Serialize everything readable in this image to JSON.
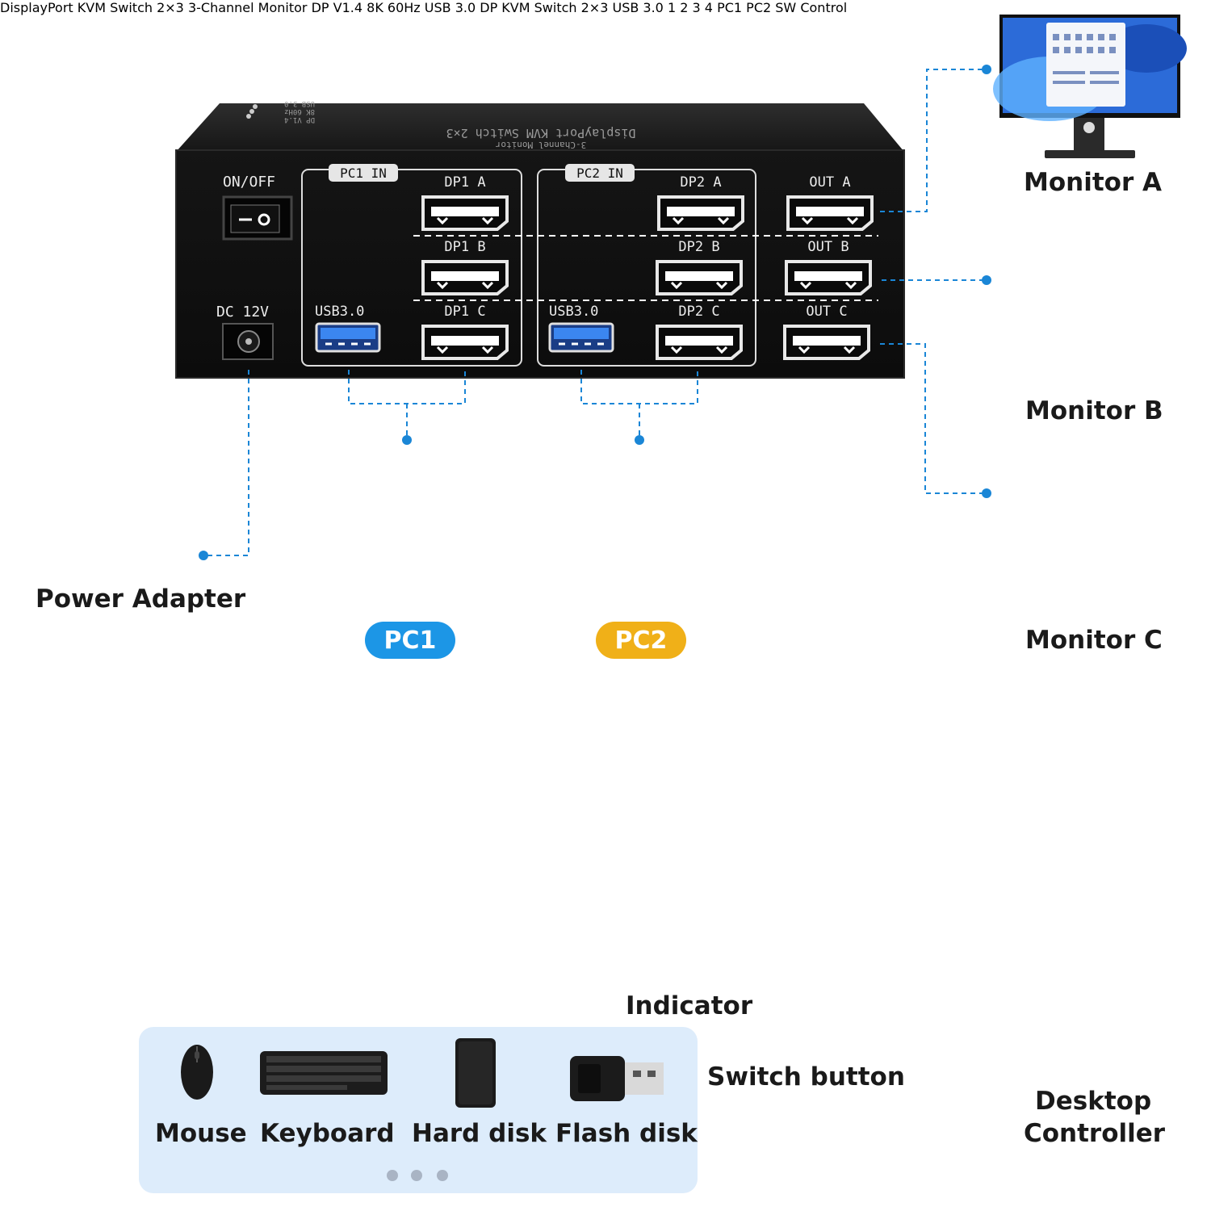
{
  "rear_panel": {
    "top_label_line1": "DisplayPort KVM Switch 2×3",
    "top_label_line2": "3-Channel Monitor",
    "spec_lines": [
      "DP V1.4",
      "8K 60Hz",
      "USB 3.0"
    ],
    "power_switch_label": "ON/OFF",
    "dc_label": "DC 12V",
    "pc1_group_label": "PC1 IN",
    "pc2_group_label": "PC2 IN",
    "usb_label": "USB3.0",
    "pc1_ports": [
      "DP1 A",
      "DP1 B",
      "DP1 C"
    ],
    "pc2_ports": [
      "DP2 A",
      "DP2 B",
      "DP2 C"
    ],
    "out_ports": [
      "OUT A",
      "OUT B",
      "OUT C"
    ]
  },
  "monitors": [
    "Monitor A",
    "Monitor B",
    "Monitor C"
  ],
  "power_adapter_label": "Power Adapter",
  "pcs": [
    {
      "label": "PC1",
      "color": "#1c96e6"
    },
    {
      "label": "PC2",
      "color": "#f0b018"
    }
  ],
  "front_panel": {
    "top_label_line1": "DisplayPort KVM Switch 2×3",
    "top_label_line2": "3-Channel Monitor",
    "spec_lines": [
      "DP V1.4",
      "8K 60Hz",
      "USB 3.0"
    ],
    "title": "DP KVM Switch 2×3",
    "usb_group_label": "USB 3.0",
    "usb_ports": [
      "1",
      "2",
      "3",
      "4"
    ],
    "indicator_labels": [
      "PC1",
      "PC2"
    ],
    "switch_label": "SW",
    "control_label": "Control"
  },
  "callouts": {
    "indicator": "Indicator",
    "switch_button": "Switch button",
    "desktop_controller_line1": "Desktop",
    "desktop_controller_line2": "Controller"
  },
  "peripherals": [
    "Mouse",
    "Keyboard",
    "Hard disk",
    "Flash disk"
  ],
  "colors": {
    "dashed_line": "#1a86d6",
    "usb_blue": "#2f6fd8",
    "led_green": "#33d04a",
    "peripheral_panel": "#ddecfb"
  }
}
